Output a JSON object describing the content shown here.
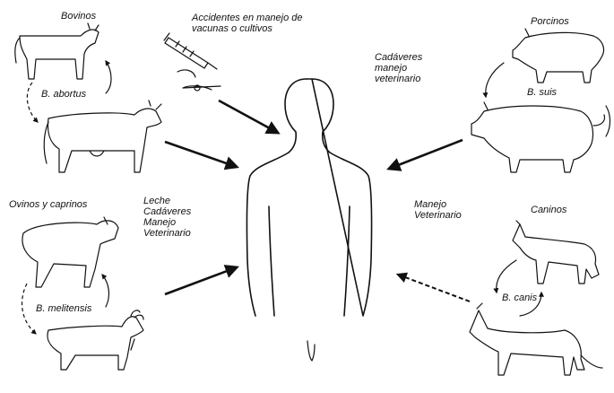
{
  "labels": {
    "bovinos": "Bovinos",
    "b_abortus": "B. abortus",
    "accidentes": "Accidentes en manejo de\nvacunas o cultivos",
    "porcinos": "Porcinos",
    "cadaveres_porcinos": "Cadáveres\nmanejo\nveterinario",
    "b_suis": "B. suis",
    "ovinos_caprinos": "Ovinos y caprinos",
    "leche": "Leche\nCadáveres\nManejo\nVeterinario",
    "b_melitensis": "B. melitensis",
    "manejo_veterinario": "Manejo\nVeterinario",
    "caninos": "Caninos",
    "b_canis": "B. canis"
  }
}
